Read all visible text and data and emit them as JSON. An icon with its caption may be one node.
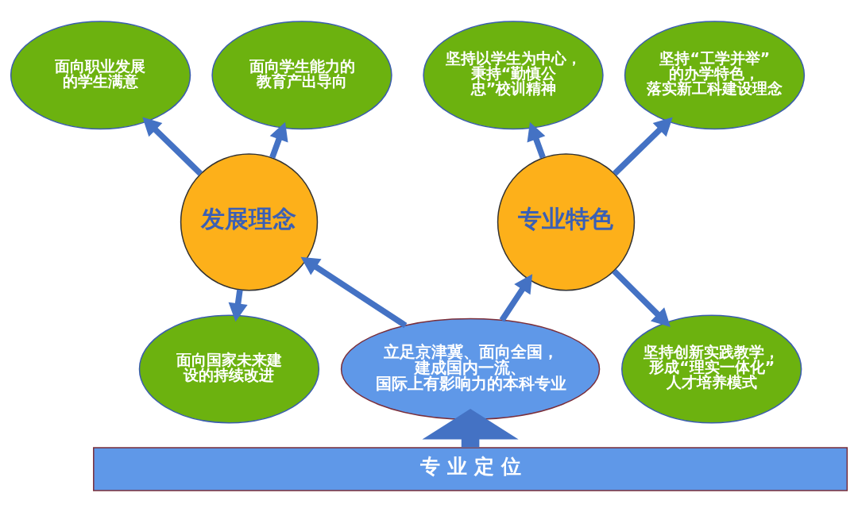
{
  "diagram": {
    "nodes": [
      {
        "text": [
          "面向学生能力的教育产出导向"
        ]
      },
      {
        "text": [
          "坚持以学生为中心，秉持“勤慎公忠”校训精神"
        ]
      },
      {
        "text": [
          "面向职业发展的学生满意"
        ]
      },
      {
        "text": [
          "坚持“工学并举”的办学特色，落实新工科建设理念"
        ]
      },
      {
        "text": [
          "发展理念"
        ]
      },
      {
        "text": [
          "专业特色"
        ]
      },
      {
        "text": [
          "面向国家未来建设的持续改进"
        ]
      },
      {
        "text": [
          "坚持创新实践教学，形成“理实一体化”人才培养模式"
        ]
      },
      {
        "text": [
          "立足京津冀、面向全国，建成国内一流、国际上有影响力的本科专业"
        ]
      },
      {
        "text": [
          "专 业 定 位"
        ]
      }
    ],
    "edges": [
      {
        "from": 9,
        "to": 8,
        "arrow": "to",
        "style": "thick"
      },
      {
        "from": 8,
        "to": 4,
        "arrow": "to"
      },
      {
        "from": 8,
        "to": 5,
        "arrow": "to"
      },
      {
        "from": 4,
        "to": 2,
        "arrow": "to"
      },
      {
        "from": 4,
        "to": 0,
        "arrow": "to"
      },
      {
        "from": 4,
        "to": 6,
        "arrow": "to"
      },
      {
        "from": 5,
        "to": 1,
        "arrow": "to"
      },
      {
        "from": 5,
        "to": 3,
        "arrow": "to"
      },
      {
        "from": 5,
        "to": 7,
        "arrow": "to"
      }
    ]
  }
}
